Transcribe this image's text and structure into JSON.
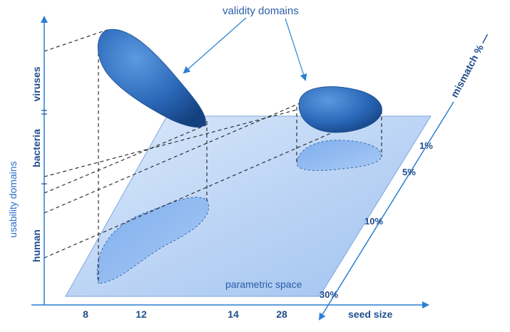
{
  "title": "validity domains",
  "y_axis_label": "usability domains",
  "y_categories": [
    "viruses",
    "bacteria",
    "human"
  ],
  "x_axis_label": "seed size",
  "x_ticks": [
    "8",
    "12",
    "14",
    "28"
  ],
  "depth_axis_label": "mismatch % —",
  "depth_ticks": [
    "1%",
    "5%",
    "10%",
    "30%"
  ],
  "plane_label": "parametric space",
  "colors": {
    "axis": "#2a7fd4",
    "text": "#1f4e8c",
    "plane": "#b9d3f5",
    "shape": "#2f6fbd"
  }
}
